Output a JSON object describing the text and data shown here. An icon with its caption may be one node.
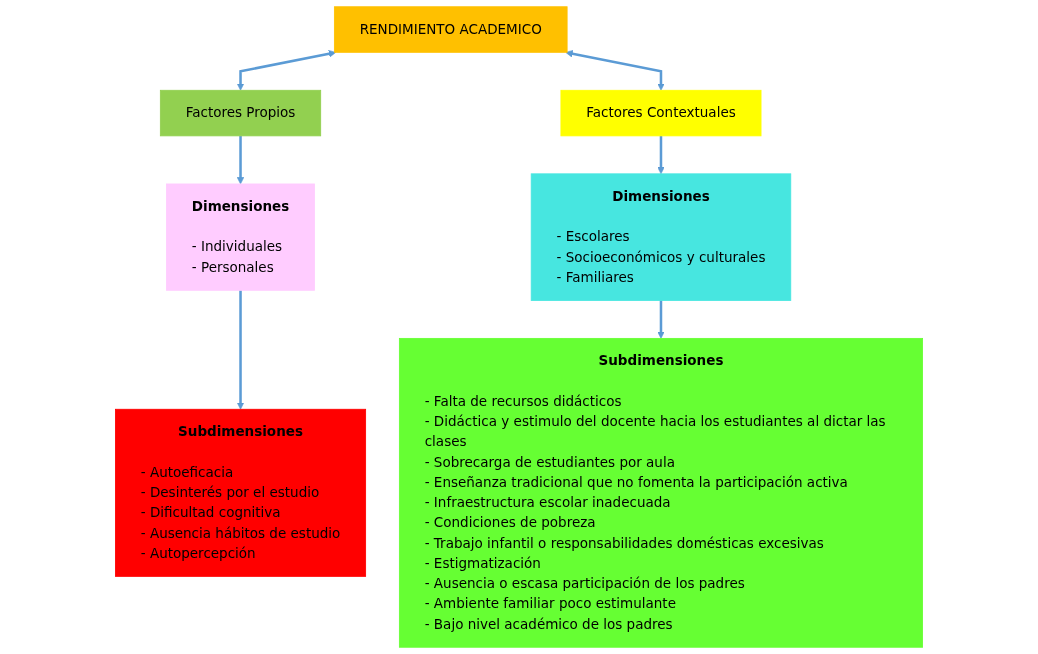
{
  "diagram": {
    "nodes": [
      {
        "text": [
          "RENDIMIENTO ACADEMICO"
        ]
      },
      {
        "text": [
          "Factores Propios"
        ]
      },
      {
        "text": [
          "Factores Contextuales"
        ]
      },
      {
        "text": [
          "Dimensiones",
          "- Individuales",
          "- Personales"
        ]
      },
      {
        "text": [
          "Dimensiones",
          "- Escolares",
          "- Socioeconómicos y culturales",
          "- Familiares"
        ]
      },
      {
        "text": [
          "Subdimensiones",
          "- Autoeficacia",
          "- Desinterés por el estudio",
          "- Dificultad cognitiva",
          "- Ausencia hábitos de estudio",
          "- Autopercepción"
        ]
      },
      {
        "text": [
          "Subdimensiones",
          "- Falta de recursos didácticos",
          "- Didáctica y estimulo del docente hacia los estudiantes al dictar las clases",
          "- Sobrecarga de estudiantes por aula",
          "- Enseñanza tradicional que no fomenta la participación activa",
          "- Infraestructura escolar inadecuada",
          "- Condiciones de pobreza",
          "- Trabajo infantil o responsabilidades domésticas excesivas",
          "- Estigmatización",
          "- Ausencia o escasa participación de los padres",
          "- Ambiente familiar poco estimulante",
          "- Bajo nivel académico de los padres"
        ]
      }
    ],
    "edges": [
      {
        "from": 0,
        "to": 1,
        "arrow": "both"
      },
      {
        "from": 0,
        "to": 2,
        "arrow": "both"
      },
      {
        "from": 1,
        "to": 3,
        "arrow": "to"
      },
      {
        "from": 3,
        "to": 5,
        "arrow": "to"
      },
      {
        "from": 2,
        "to": 4,
        "arrow": "to"
      },
      {
        "from": 4,
        "to": 6,
        "arrow": "to"
      }
    ]
  }
}
